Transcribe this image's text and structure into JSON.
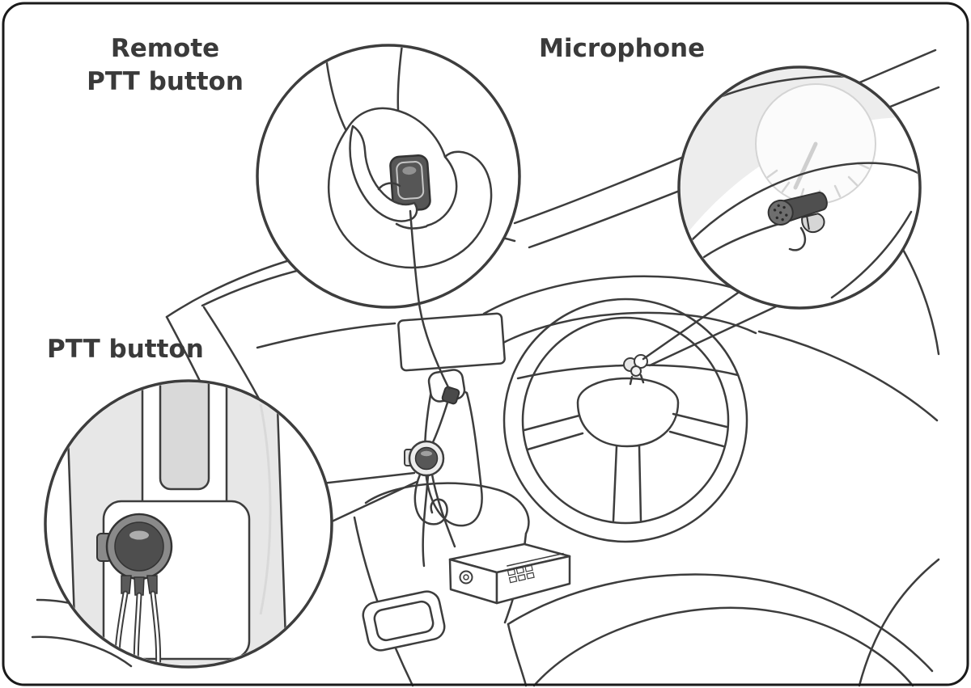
{
  "figure": {
    "type": "installation-diagram",
    "subject": "car interior accessory installation"
  },
  "labels": {
    "remote_ptt_line1": "Remote",
    "remote_ptt_line2": "PTT button",
    "microphone": "Microphone",
    "ptt": "PTT button"
  },
  "colors": {
    "background": "#ffffff",
    "line": "#3d3d3d",
    "text": "#3a3a3a",
    "border": "#1a1a1a",
    "panel_gray": "#e7e7e7",
    "device_dark": "#4e4e4e",
    "device_mid": "#8a8a8a",
    "gauge_gray": "#d4d4d4"
  },
  "callouts": [
    {
      "name": "remote-ptt-button-callout",
      "depicts": "hand holding remote PTT button"
    },
    {
      "name": "microphone-callout",
      "depicts": "microphone clipped near instrument cluster"
    },
    {
      "name": "ptt-button-callout",
      "depicts": "PTT button mounted beside gear shifter"
    }
  ]
}
